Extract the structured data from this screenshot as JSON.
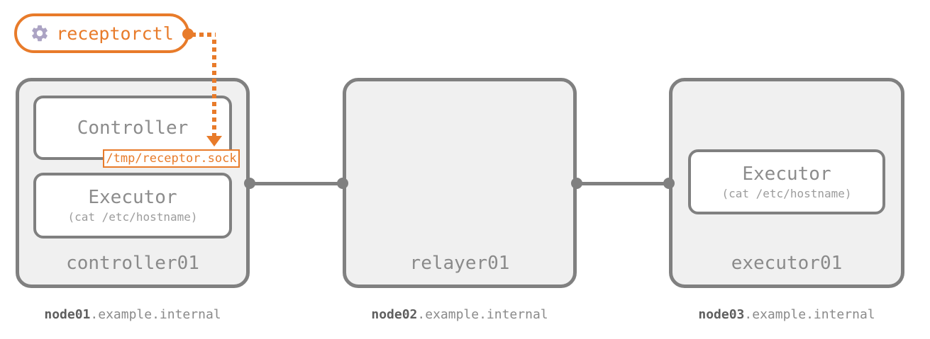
{
  "receptorctl": {
    "label": "receptorctl",
    "icon": "gear-icon"
  },
  "socket_label": "/tmp/receptor.sock",
  "nodes": [
    {
      "name": "controller01",
      "hostname": {
        "bold": "node01",
        "rest": ".example.internal"
      },
      "components": [
        {
          "title": "Controller",
          "subtitle": ""
        },
        {
          "title": "Executor",
          "subtitle": "(cat /etc/hostname)"
        }
      ]
    },
    {
      "name": "relayer01",
      "hostname": {
        "bold": "node02",
        "rest": ".example.internal"
      },
      "components": []
    },
    {
      "name": "executor01",
      "hostname": {
        "bold": "node03",
        "rest": ".example.internal"
      },
      "components": [
        {
          "title": "Executor",
          "subtitle": "(cat /etc/hostname)"
        }
      ]
    }
  ],
  "colors": {
    "accent_orange": "#E87B2A",
    "node_border_gray": "#808080",
    "node_fill": "#F0F0F0",
    "inner_fill": "#FFFFFF",
    "gear_purple": "#ACA4C4",
    "text_gray": "#8C8C8C"
  }
}
